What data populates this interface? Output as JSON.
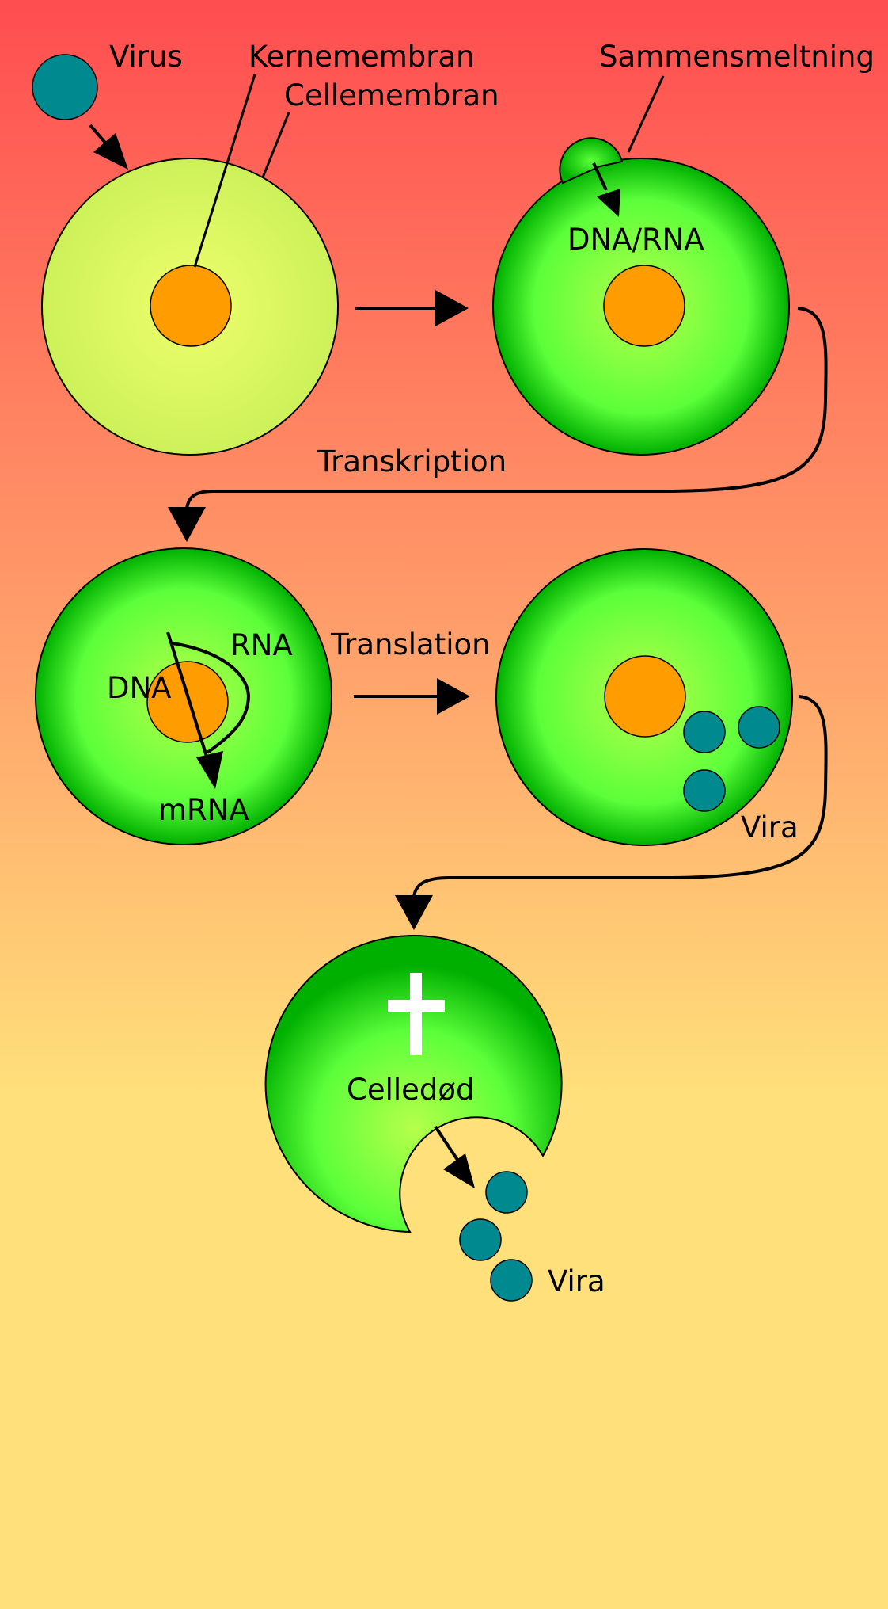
{
  "labels": {
    "virus": "Virus",
    "nuclear_membrane": "Kernemembran",
    "cell_membrane": "Cellemembran",
    "fusion": "Sammensmeltning",
    "dna_rna": "DNA/RNA",
    "transcription": "Transkription",
    "rna": "RNA",
    "dna": "DNA",
    "mrna": "mRNA",
    "translation": "Translation",
    "vira_cell": "Vira",
    "cell_death": "Celledød",
    "vira_released": "Vira"
  },
  "colors": {
    "background_top": "#ff4d50",
    "background_mid": "#ffa46c",
    "background_bottom": "#ffe07a",
    "healthy_cell_center": "#eeff6c",
    "healthy_cell_edge": "#cdf15a",
    "infected_cell_center": "#b6ff4a",
    "infected_cell_mid": "#5cff3a",
    "infected_cell_edge": "#00b000",
    "nucleus": "#ff9d00",
    "virus": "#00898f",
    "cross": "#ffffff",
    "line": "#000000"
  }
}
